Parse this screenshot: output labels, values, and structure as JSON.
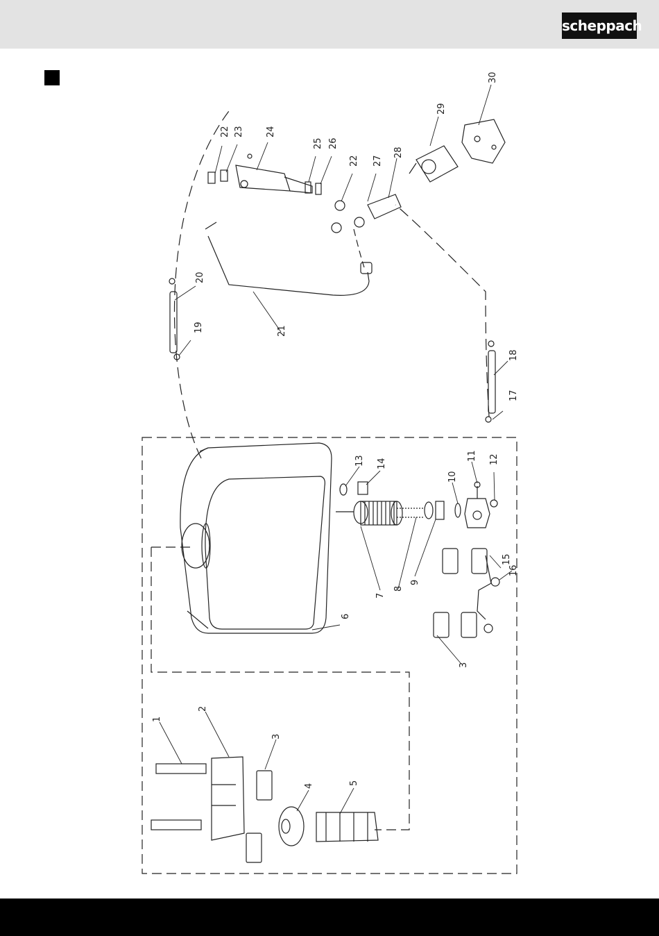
{
  "brand": {
    "logo_text": "scheppach"
  },
  "diagram": {
    "part_numbers": [
      "1",
      "2",
      "3",
      "3",
      "4",
      "5",
      "6",
      "7",
      "8",
      "9",
      "10",
      "11",
      "12",
      "13",
      "14",
      "15",
      "16",
      "17",
      "18",
      "19",
      "20",
      "21",
      "22",
      "22",
      "23",
      "24",
      "25",
      "26",
      "27",
      "28",
      "29",
      "30"
    ]
  },
  "colors": {
    "header_bg": "#e3e3e3",
    "footer_bg": "#000000",
    "line": "#222222"
  }
}
